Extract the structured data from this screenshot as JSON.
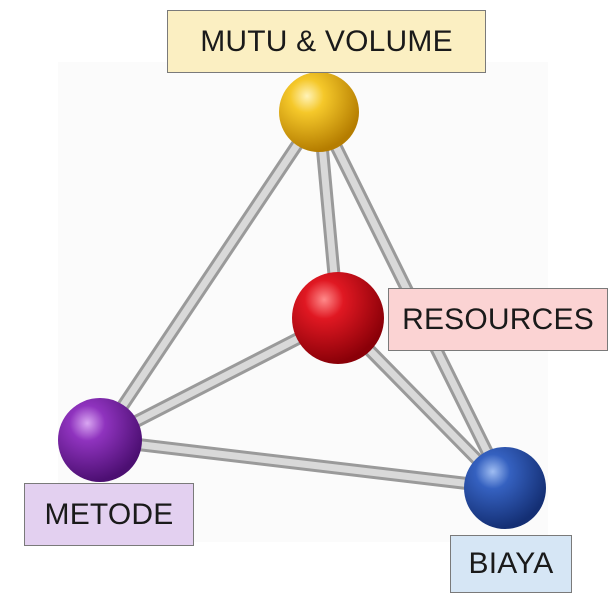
{
  "labels": {
    "top": "MUTU & VOLUME",
    "center": "RESOURCES",
    "left": "METODE",
    "bottom": "BIAYA"
  },
  "colors": {
    "top_ball": "#f0bb1a",
    "center_ball": "#d8121c",
    "left_ball": "#8a2fb8",
    "bottom_ball": "#2f5cba",
    "top_label_bg": "#fbefc2",
    "center_label_bg": "#fbd3d3",
    "left_label_bg": "#e3d0f0",
    "bottom_label_bg": "#d6e6f5",
    "rod": "#c7c7c7"
  }
}
